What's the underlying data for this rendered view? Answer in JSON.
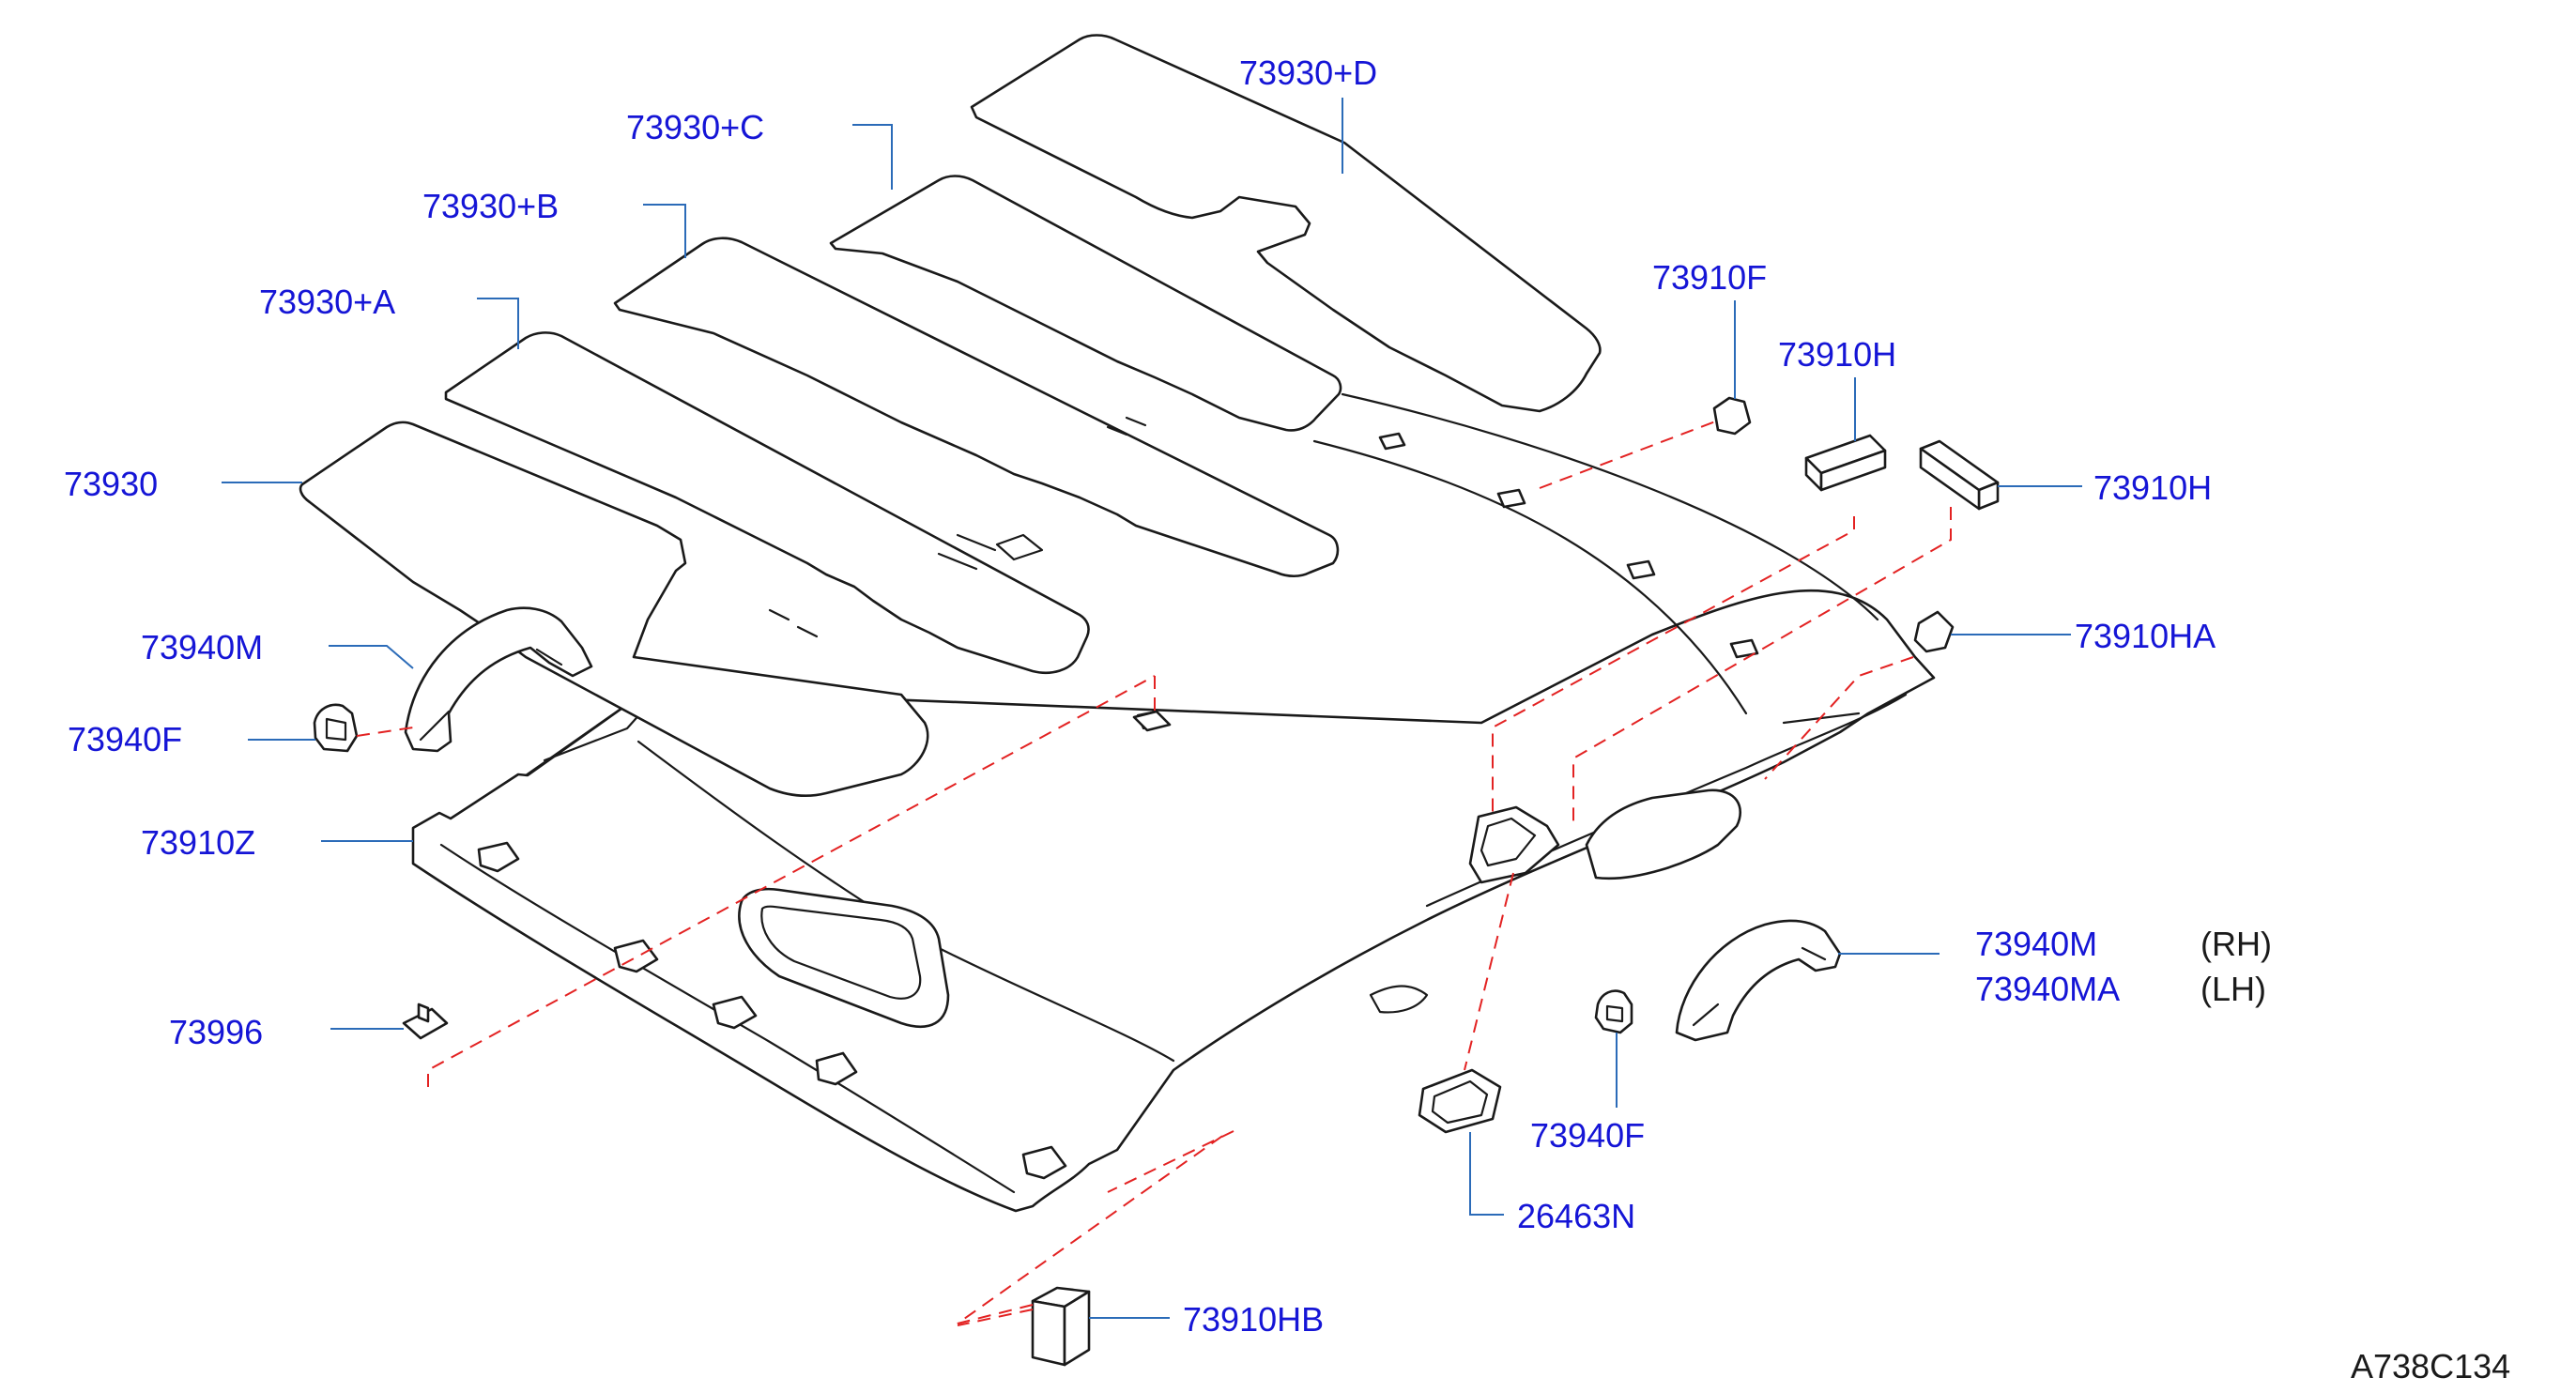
{
  "diagram": {
    "reference_code": "A738C134",
    "parts": {
      "p73930": "73930",
      "p73930A": "73930+A",
      "p73930B": "73930+B",
      "p73930C": "73930+C",
      "p73930D": "73930+D",
      "p73940M_left": "73940M",
      "p73940F_left": "73940F",
      "p73910Z": "73910Z",
      "p73996": "73996",
      "p73910F": "73910F",
      "p73910H_upper": "73910H",
      "p73910H_lower": "73910H",
      "p73910HA": "73910HA",
      "p73940M_right": "73940M",
      "p73940MA": "73940MA",
      "p73940F_right": "73940F",
      "p26463N": "26463N",
      "p73910HB": "73910HB"
    },
    "sides": {
      "rh": "(RH)",
      "lh": "(LH)"
    }
  },
  "colors": {
    "label": "#1515d6",
    "leader": "#2b6bb8",
    "hidden_line": "#e32222",
    "outline": "#1a1a1a"
  }
}
